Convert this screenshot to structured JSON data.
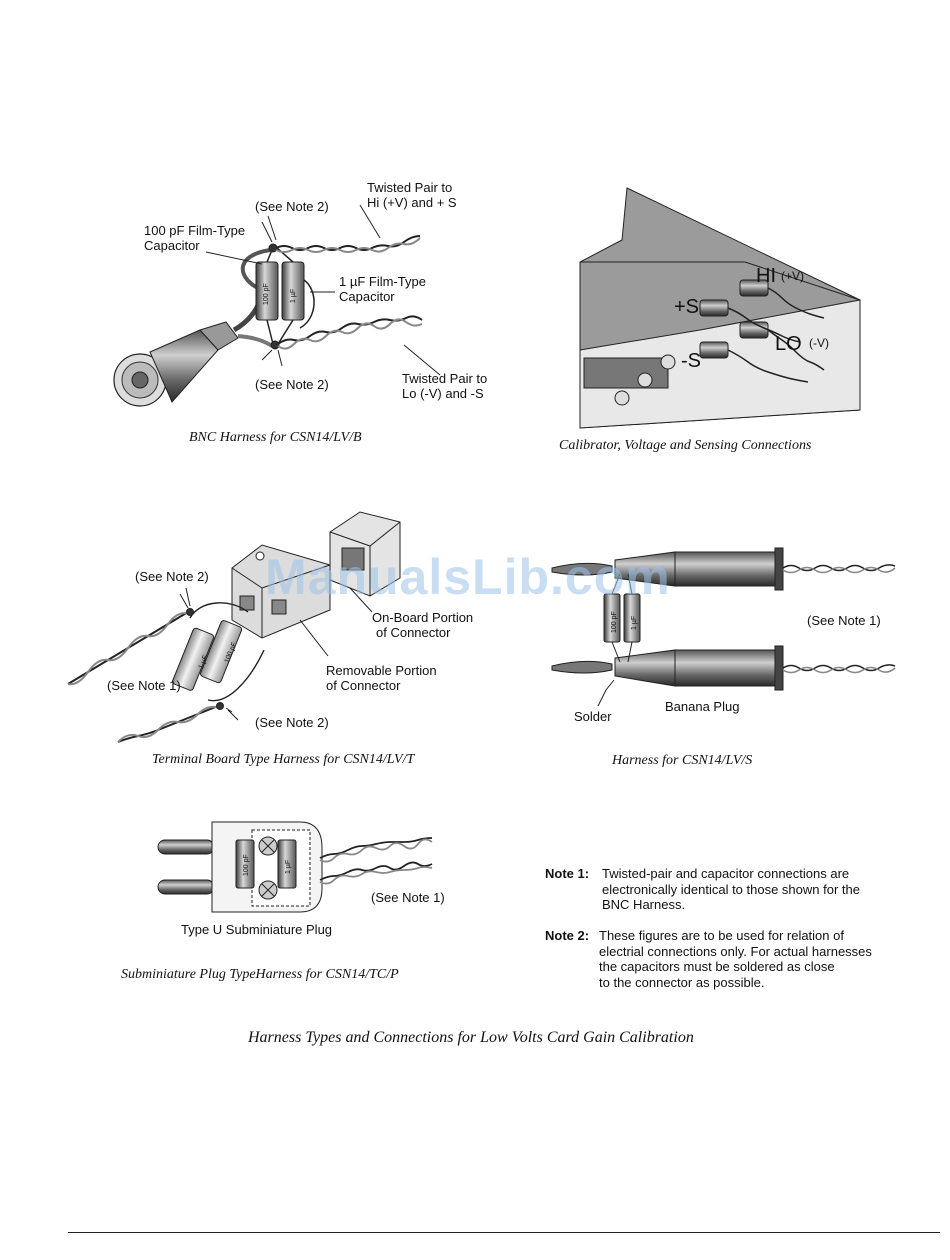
{
  "watermark": "ManualsLib.com",
  "fig_bnc": {
    "lbl_twisted_hi": [
      "Twisted Pair to",
      "Hi (+V) and + S"
    ],
    "lbl_note2_top": "(See Note 2)",
    "lbl_100pf": [
      "100 pF Film-Type",
      "Capacitor"
    ],
    "lbl_1uf": [
      "1 µF Film-Type",
      "Capacitor"
    ],
    "lbl_note2_bot": "(See Note 2)",
    "lbl_twisted_lo": [
      "Twisted Pair to",
      "Lo (-V) and -S"
    ],
    "cap_mark_100": "100 pF",
    "cap_mark_1": "1 µF",
    "caption": "BNC Harness for CSN14/LV/B"
  },
  "fig_cal": {
    "hi": "HI",
    "hi_sup": "(+V)",
    "plus_s": "+S",
    "lo": "LO",
    "lo_sup": "(-V)",
    "minus_s": "-S",
    "caption": "Calibrator, Voltage and Sensing Connections"
  },
  "fig_term": {
    "lbl_note2_top": "(See Note 2)",
    "lbl_note1": "(See Note 1)",
    "lbl_note2_bot": "(See Note 2)",
    "lbl_onboard": [
      "On-Board Portion",
      "of Connector"
    ],
    "lbl_removable": [
      "Removable Portion",
      "of Connector"
    ],
    "cap_mark_1": "1 µF",
    "cap_mark_100": "100 pF",
    "caption": "Terminal Board Type Harness for CSN14/LV/T"
  },
  "fig_banana": {
    "lbl_note1": "(See Note 1)",
    "lbl_solder": "Solder",
    "lbl_banana": "Banana Plug",
    "cap_mark_100": "100 pF",
    "cap_mark_1": "1 µF",
    "caption": "Harness for CSN14/LV/S"
  },
  "fig_sub": {
    "lbl_note1": "(See Note 1)",
    "lbl_plug": "Type U Subminiature Plug",
    "cap_mark_100": "100 pF",
    "cap_mark_1": "1 µF",
    "caption": "Subminiature Plug TypeHarness for CSN14/TC/P"
  },
  "notes": [
    {
      "key": "Note 1:",
      "lines": [
        "Twisted-pair and capacitor connections are",
        "electronically identical to those shown for the",
        "BNC Harness."
      ]
    },
    {
      "key": "Note 2:",
      "lines": [
        "These figures are to be used for relation of",
        "electrial connections only.  For actual harnesses",
        "the capacitors must be soldered as close",
        "to the connector as possible."
      ]
    }
  ],
  "main_caption": "Harness Types and Connections for Low Volts Card Gain Calibration"
}
